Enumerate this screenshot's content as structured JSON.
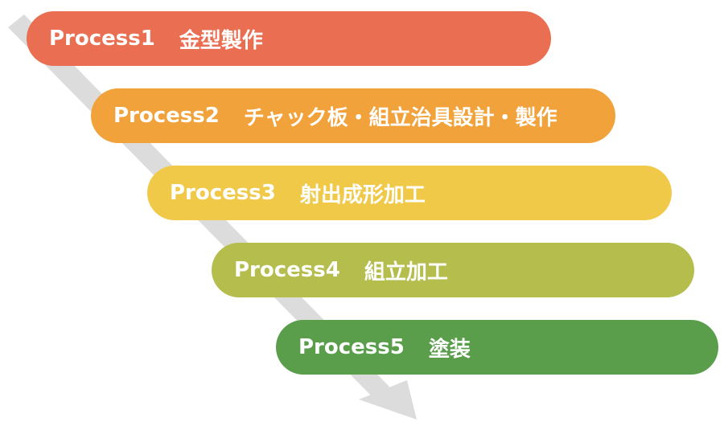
{
  "colors": {
    "arrow": "#dcdcdc",
    "step1": "#ea6f52",
    "step2": "#f2a23a",
    "step3": "#f1c949",
    "step4": "#b5bd4d",
    "step5": "#5a9e4c",
    "text": "#ffffff"
  },
  "icons": {
    "flow_arrow": "diagonal-down-right-arrow-icon"
  },
  "steps": [
    {
      "label": "Process1",
      "name": "金型製作"
    },
    {
      "label": "Process2",
      "name": "チャック板・組立治具設計・製作"
    },
    {
      "label": "Process3",
      "name": "射出成形加工"
    },
    {
      "label": "Process4",
      "name": "組立加工"
    },
    {
      "label": "Process5",
      "name": "塗装"
    }
  ]
}
